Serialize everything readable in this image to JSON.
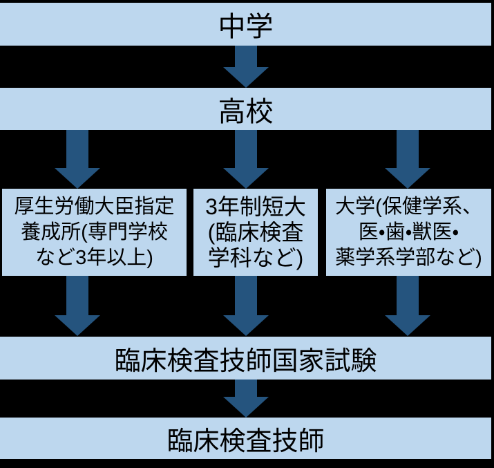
{
  "diagram": {
    "nodes": {
      "junior_high": {
        "label": "中学"
      },
      "high_school": {
        "label": "高校"
      },
      "training_school": {
        "lines": [
          "厚生労働大臣指定",
          "養成所(専門学校",
          "など3年以上)"
        ]
      },
      "junior_college": {
        "lines": [
          "3年制短大",
          "(臨床検査",
          "学科など)"
        ]
      },
      "university": {
        "lines": [
          "大学(保健学系、",
          "医・歯・獣医・",
          "薬学系学部など)"
        ]
      },
      "national_exam": {
        "label": "臨床検査技師国家試験"
      },
      "licensed_technologist": {
        "label": "臨床検査技師"
      }
    },
    "colors": {
      "background": "#000000",
      "node_fill": "#BDD7EE",
      "node_text": "#000000",
      "arrow": "#25547E"
    }
  }
}
